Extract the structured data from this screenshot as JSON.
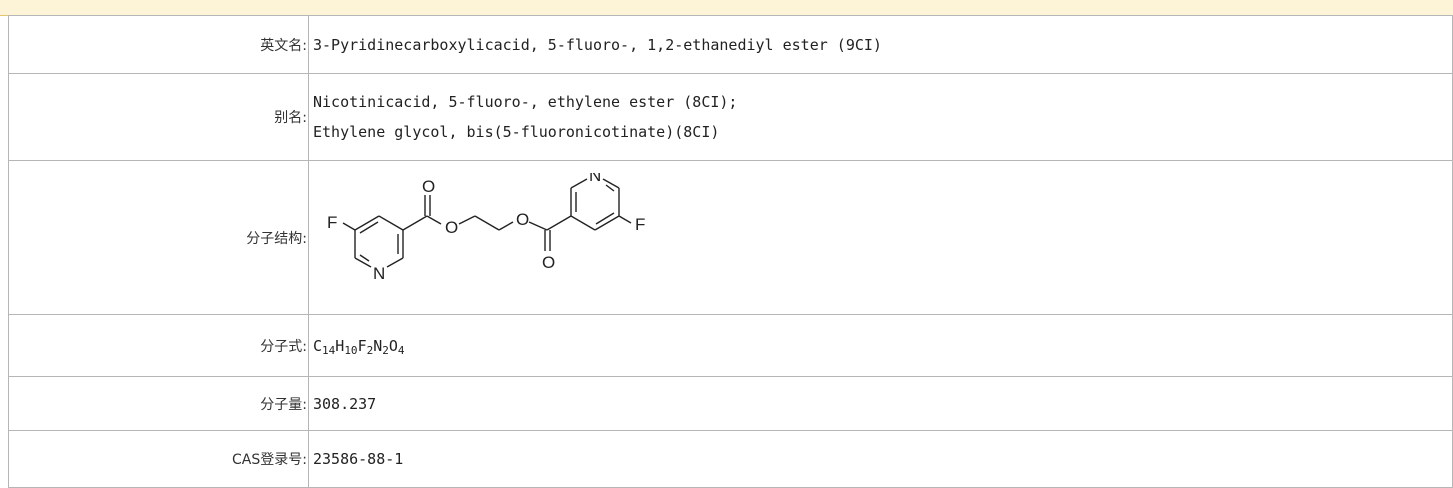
{
  "rows": {
    "english_name": {
      "label": "英文名:",
      "value": "3-Pyridinecarboxylicacid, 5-fluoro-, 1,2-ethanediyl ester (9CI)"
    },
    "aliases": {
      "label": "别名:",
      "values": [
        "Nicotinicacid, 5-fluoro-, ethylene ester (8CI);",
        "Ethylene glycol, bis(5-fluoronicotinate)(8CI)"
      ]
    },
    "structure": {
      "label": "分子结构:",
      "atoms": {
        "f_left": "F",
        "n_left": "N",
        "o_carbonyl_left": "O",
        "o_ester_left": "O",
        "o_ester_right": "O",
        "o_carbonyl_right": "O",
        "n_right": "N",
        "f_right": "F"
      }
    },
    "formula": {
      "label": "分子式:",
      "parts": [
        {
          "el": "C",
          "n": "14"
        },
        {
          "el": "H",
          "n": "10"
        },
        {
          "el": "F",
          "n": "2"
        },
        {
          "el": "N",
          "n": "2"
        },
        {
          "el": "O",
          "n": "4"
        }
      ]
    },
    "mol_weight": {
      "label": "分子量:",
      "value": "308.237"
    },
    "cas": {
      "label": "CAS登录号:",
      "value": "23586-88-1"
    }
  }
}
